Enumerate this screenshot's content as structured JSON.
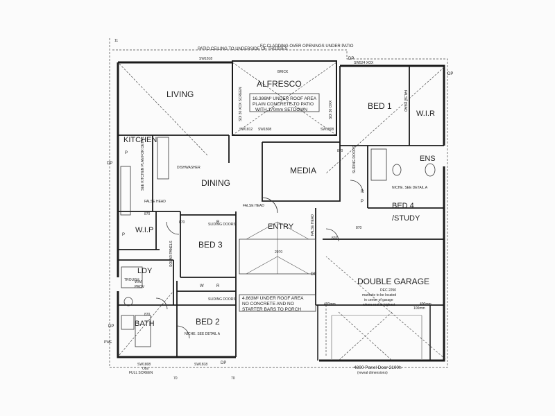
{
  "plan": {
    "top_notes": {
      "patio_ceiling": "PATIO CEILING TO UNDERSIDE OF TRUSSES",
      "fc_cladding": "FC CLADDING OVER OPENINGS UNDER PATIO",
      "window_top_left": "SW1818",
      "window_top_right": "SW524 XOX",
      "brick": "BRICK"
    },
    "rooms": {
      "living": "LIVING",
      "alfresco": "ALFRESCO",
      "bed1": "BED 1",
      "wir": "W.I.R",
      "kitchen": "KITCHEN",
      "ens": "ENS",
      "media": "MEDIA",
      "dining": "DINING",
      "bed4_line1": "BED 4",
      "bed4_line2": "/STUDY",
      "wip": "W.I.P",
      "entry": "ENTRY",
      "bed3": "BED 3",
      "ldy": "LDY",
      "double_garage": "DOUBLE GARAGE",
      "bath": "BATH",
      "bed2": "BED 2"
    },
    "notes": {
      "alfresco_note_1": "16.386M² UNDER ROOF AREA",
      "alfresco_note_2": "PLAIN CONCRETE TO PATIO",
      "alfresco_note_3": "WITH 170mm SETDOWN",
      "porch_note_1": "4.863M² UNDER ROOF AREA",
      "porch_note_2": "NO CONCRETE AND NO",
      "porch_note_3": "STARTER BARS TO PORCH",
      "kitchen_plan": "SEE KITCHEN PLAN FOR DETAIL",
      "dishwasher": "DISHWASHER",
      "niche_ens": "NICHE. SEE DETAIL A",
      "niche_bath": "NICHE. SEE DETAIL A",
      "false_head_dining": "FALSE HEAD",
      "false_head_media": "FALSE HEAD",
      "false_head_entry": "FALSE HEAD",
      "solar_panels": "SOLAR PANELS",
      "manhole_1": "DEC 2250",
      "manhole_2": "manhole to be located",
      "manhole_3": "in center of garage",
      "manhole_4": "where roof is highest",
      "garage_door_1": "4800 Panel Door 2100h",
      "garage_door_2": "(reveal dimensions)",
      "full_screen": "FULL SCREEN",
      "screen_left": "SDI 30 XOX SCREEN",
      "screen_right": "SDI 30 OXX",
      "sliding_doors": "SLIDING DOORS",
      "wm": "W/M",
      "prov": "PROV",
      "trough": "TROUGH",
      "wir_false_head": "FALSE HEAD"
    },
    "windows": {
      "sw1812": "SW1812",
      "sw1808_a": "SW1808",
      "sw1808_b": "SW1808",
      "sw1808_bath": "SW1808",
      "sw1818_bed2": "SW1818",
      "obs": "Obs"
    },
    "dims": {
      "d870": "870",
      "d2070": "2070",
      "d70": "70",
      "g1": "400mm",
      "g2": "100mm"
    },
    "markers": {
      "dp": "DP",
      "p": "P",
      "r": "R",
      "w": "W",
      "pwe": "PWE",
      "tick": "11"
    }
  }
}
